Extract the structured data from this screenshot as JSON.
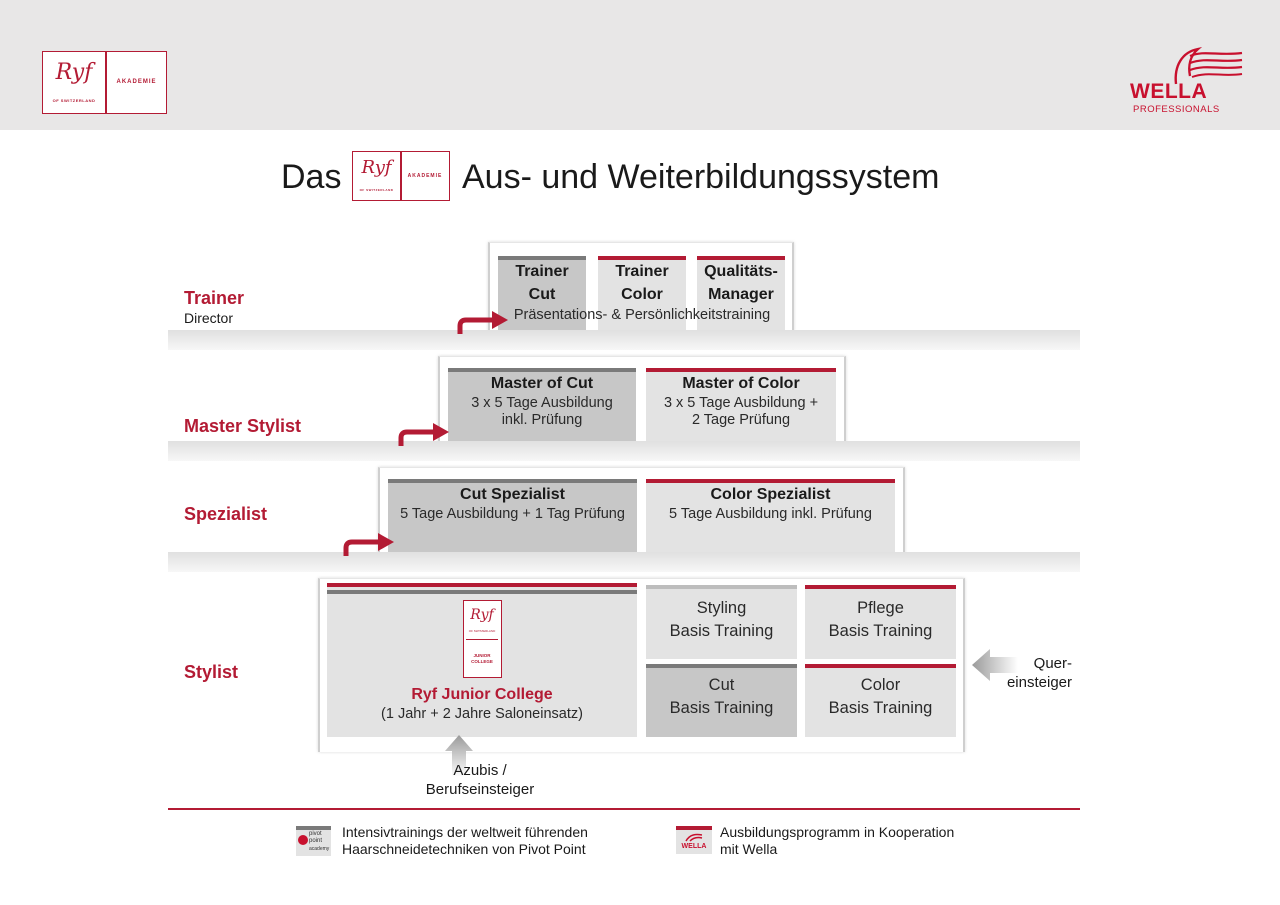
{
  "header": {
    "ryf_logo": {
      "mark": "Ryf",
      "sub": "OF SWITZERLAND",
      "akademie": "AKADEMIE"
    },
    "wella_logo": {
      "word": "WELLA",
      "sub": "PROFESSIONALS"
    }
  },
  "title": {
    "prefix": "Das",
    "suffix": "Aus- und Weiterbildungssystem"
  },
  "levels": {
    "trainer": {
      "label": "Trainer",
      "sub": "Director"
    },
    "master": {
      "label": "Master Stylist"
    },
    "spezialist": {
      "label": "Spezialist"
    },
    "stylist": {
      "label": "Stylist"
    }
  },
  "trainer_boxes": [
    {
      "line1": "Trainer",
      "line2": "Cut"
    },
    {
      "line1": "Trainer",
      "line2": "Color"
    },
    {
      "line1": "Qualitäts-",
      "line2": "Manager"
    }
  ],
  "trainer_caption": "Präsentations- & Persönlichkeitstraining",
  "master_boxes": [
    {
      "title": "Master of Cut",
      "line1": "3 x 5 Tage Ausbildung",
      "line2": "inkl. Prüfung"
    },
    {
      "title": "Master of Color",
      "line1": "3 x 5 Tage Ausbildung +",
      "line2": "2 Tage Prüfung"
    }
  ],
  "spezialist_boxes": [
    {
      "title": "Cut Spezialist",
      "line1": "5 Tage Ausbildung + 1 Tag Prüfung"
    },
    {
      "title": "Color Spezialist",
      "line1": "5 Tage Ausbildung inkl. Prüfung"
    }
  ],
  "junior_college": {
    "logo_mark": "Ryf",
    "logo_sub": "OF SWITZERLAND",
    "logo_text1": "JUNIOR",
    "logo_text2": "COLLEGE",
    "title": "Ryf Junior College",
    "subtitle": "(1 Jahr + 2 Jahre Saloneinsatz)"
  },
  "stylist_boxes": [
    {
      "line1": "Styling",
      "line2": "Basis Training"
    },
    {
      "line1": "Pflege",
      "line2": "Basis Training"
    },
    {
      "line1": "Cut",
      "line2": "Basis Training"
    },
    {
      "line1": "Color",
      "line2": "Basis Training"
    }
  ],
  "quereinsteiger": {
    "line1": "Quer-",
    "line2": "einsteiger"
  },
  "azubis": {
    "line1": "Azubis /",
    "line2": "Berufseinsteiger"
  },
  "legend": [
    {
      "icon_text1": "pivot",
      "icon_text2": "point",
      "icon_text3": "academy",
      "line1": "Intensivtrainings der weltweit führenden",
      "line2": "Haarschneidetechniken von Pivot Point"
    },
    {
      "icon_text1": "WELLA",
      "line1": "Ausbildungsprogramm in Kooperation",
      "line2": "mit Wella"
    }
  ],
  "colors": {
    "accent": "#b31b34",
    "header_bg": "#e8e7e7",
    "box_dark": "#c7c7c7",
    "box_light": "#e3e3e3"
  }
}
